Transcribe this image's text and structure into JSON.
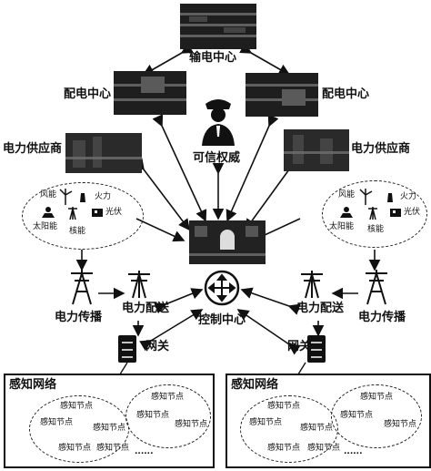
{
  "nodes": {
    "transmission_center": "输电中心",
    "distribution_left": "配电中心",
    "distribution_right": "配电中心",
    "trusted_authority": "可信权威",
    "supplier_left": "电力供应商",
    "supplier_right": "电力供应商",
    "control_center": "控制中心",
    "transmission_left": "电力传播",
    "transmission_right": "电力传播",
    "delivery_left": "电力配送",
    "delivery_right": "电力配送",
    "gateway_left": "网关",
    "gateway_right": "网关"
  },
  "energy_sources": {
    "wind": "风能",
    "thermal": "火力",
    "solar": "太阳能",
    "nuclear": "核能",
    "photovoltaic": "光伏"
  },
  "sensor_networks": [
    {
      "title": "感知网络",
      "node_label": "感知节点",
      "ellipsis": "......"
    },
    {
      "title": "感知网络",
      "node_label": "感知节点",
      "ellipsis": "......"
    }
  ],
  "icons": [
    "building-photo",
    "police-officer-icon",
    "router-icon",
    "server-icon",
    "power-tower-icon",
    "wind-turbine-icon",
    "solar-panel-icon",
    "nuclear-icon",
    "factory-icon",
    "sensor-node-icon"
  ]
}
